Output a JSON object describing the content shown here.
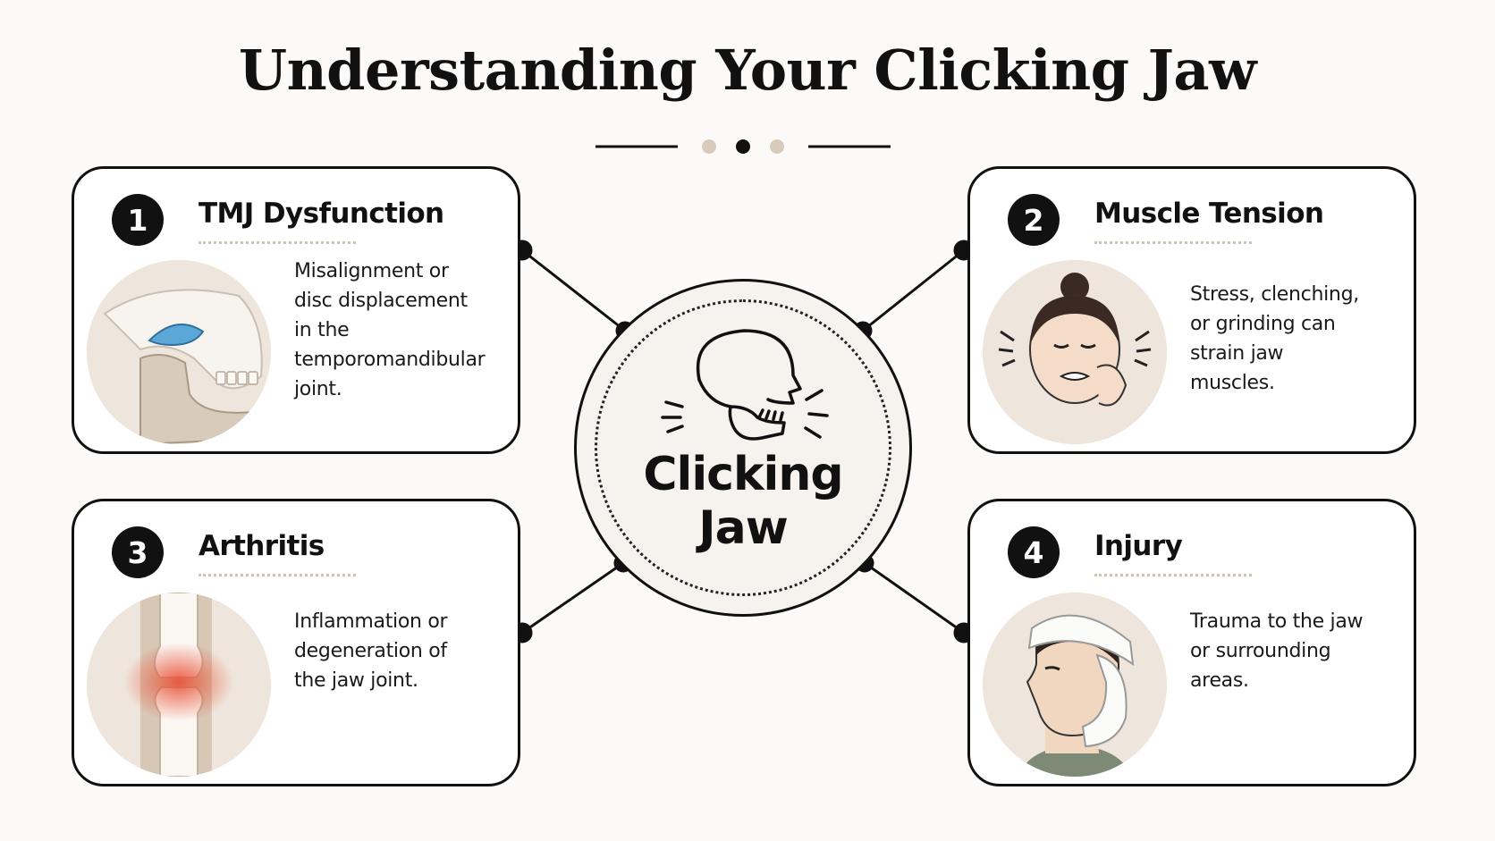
{
  "title": "Understanding Your Clicking Jaw",
  "center": {
    "line1": "Clicking",
    "line2": "Jaw",
    "icon": "clicking-skull-icon"
  },
  "colors": {
    "ink": "#111111",
    "background": "#fbfaf8",
    "accent_tan": "#cfc3b4",
    "tmj_disc": "#5aa7d8",
    "inflammation": "#e8553a"
  },
  "causes": [
    {
      "number": "1",
      "title": "TMJ Dysfunction",
      "icon": "tmj-joint-illustration",
      "description": [
        "Misalignment or",
        "disc displacement",
        "in the",
        "temporomandibular",
        "joint."
      ]
    },
    {
      "number": "2",
      "title": "Muscle Tension",
      "icon": "tense-face-illustration",
      "description": [
        "Stress, clenching,",
        "or grinding can",
        "strain jaw",
        "muscles."
      ]
    },
    {
      "number": "3",
      "title": "Arthritis",
      "icon": "inflamed-joint-illustration",
      "description": [
        "Inflammation or",
        "degeneration of",
        "the jaw joint."
      ]
    },
    {
      "number": "4",
      "title": "Injury",
      "icon": "bandaged-head-illustration",
      "description": [
        "Trauma to the jaw",
        "or surrounding",
        "areas."
      ]
    }
  ]
}
